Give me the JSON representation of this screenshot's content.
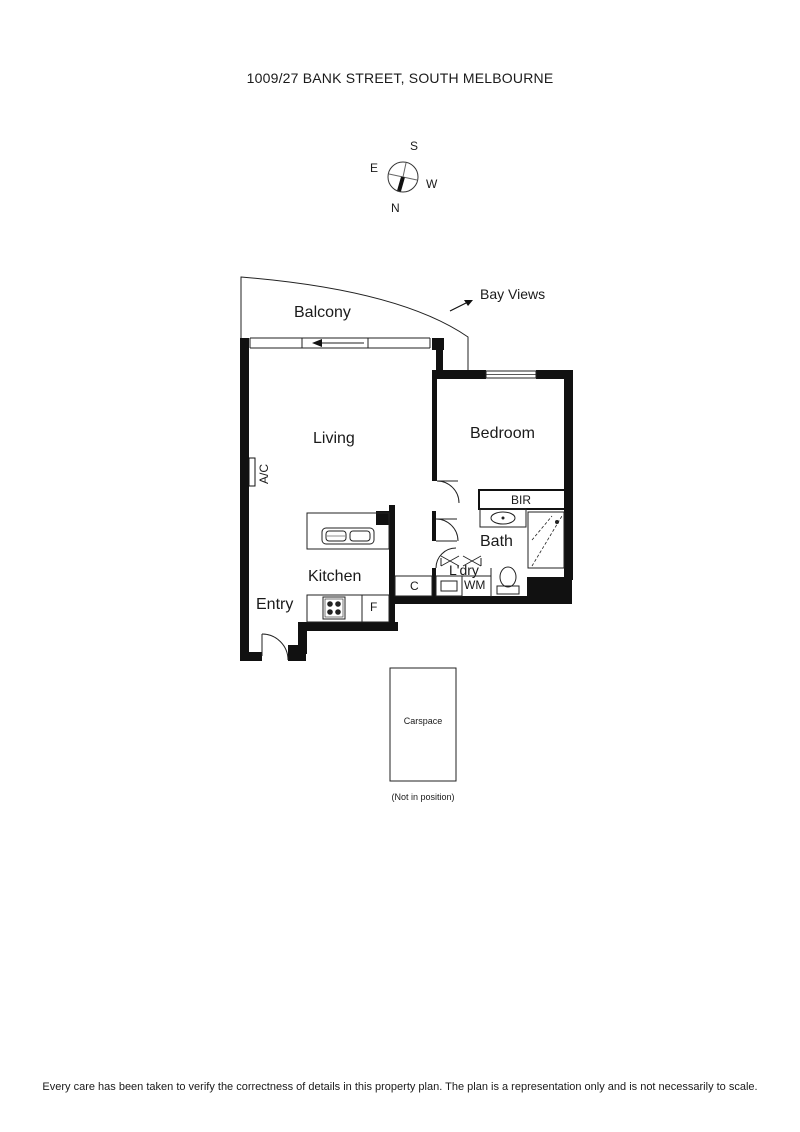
{
  "title": "1009/27 BANK STREET, SOUTH MELBOURNE",
  "compass": {
    "north": "N",
    "south": "S",
    "east": "E",
    "west": "W"
  },
  "views_label": "Bay Views",
  "rooms": {
    "balcony": "Balcony",
    "living": "Living",
    "bedroom": "Bedroom",
    "kitchen": "Kitchen",
    "entry": "Entry",
    "bath": "Bath",
    "laundry": "L'dry",
    "bir": "BIR"
  },
  "fixtures": {
    "ac": "A/C",
    "cupboard": "C",
    "fridge": "F",
    "washing_machine": "WM"
  },
  "carspace": {
    "label": "Carspace",
    "note": "(Not in position)"
  },
  "disclaimer": "Every care has been taken to verify the correctness of details in this property plan. The plan is a representation only and is not necessarily to scale."
}
